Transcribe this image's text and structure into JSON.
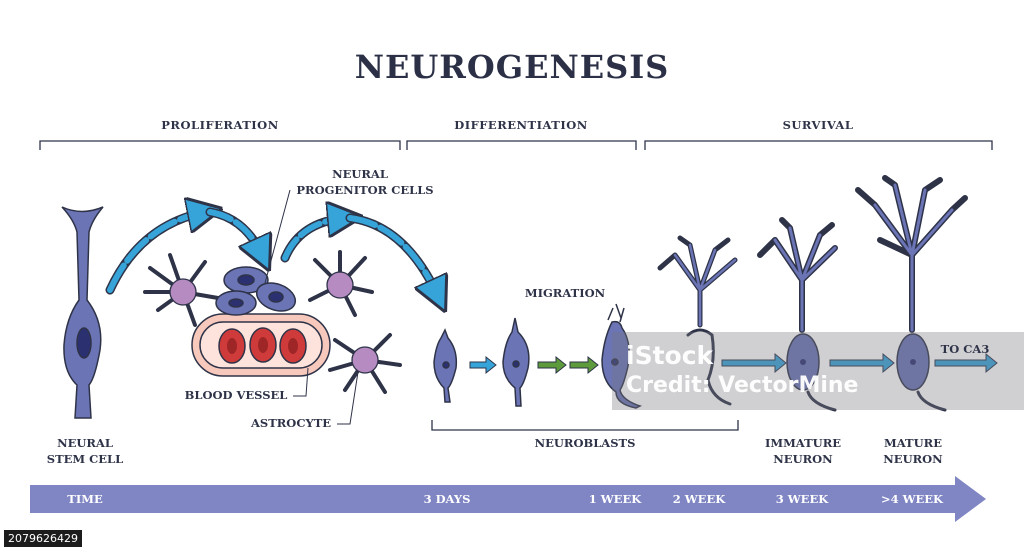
{
  "title": "NEUROGENESIS",
  "phases": {
    "proliferation": "PROLIFERATION",
    "differentiation": "DIFFERENTIATION",
    "survival": "SURVIVAL"
  },
  "labels": {
    "neural_progenitor_line1": "NEURAL",
    "neural_progenitor_line2": "PROGENITOR CELLS",
    "blood_vessel": "BLOOD VESSEL",
    "astrocyte": "ASTROCYTE",
    "migration": "MIGRATION",
    "neuroblasts": "NEUROBLASTS",
    "neural_stem_cell_line1": "NEURAL",
    "neural_stem_cell_line2": "STEM CELL",
    "immature_neuron_line1": "IMMATURE",
    "immature_neuron_line2": "NEURON",
    "mature_neuron_line1": "MATURE",
    "mature_neuron_line2": "NEURON",
    "to_ca3": "TO CA3"
  },
  "timeline": {
    "time": "TIME",
    "t1": "3 DAYS",
    "t2": "1 WEEK",
    "t3": "2 WEEK",
    "t4": "3 WEEK",
    "t5": ">4 WEEK"
  },
  "watermark": {
    "istock": "iStock",
    "credit": "Credit: VectorMine"
  },
  "stock_id": "2079626429",
  "colors": {
    "cell_fill": "#6b74b4",
    "cell_light": "#8b93cc",
    "outline": "#2e3348",
    "astrocyte": "#b58bc2",
    "blood_red": "#cf3b3b",
    "vessel": "#f7c9bd",
    "arrow_blue": "#36a4d9",
    "arrow_green": "#5c9a3c",
    "timeline": "#8086c4"
  }
}
